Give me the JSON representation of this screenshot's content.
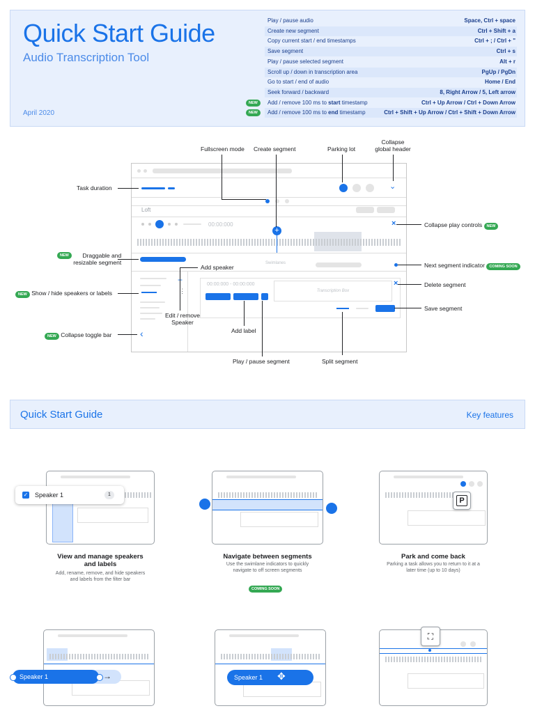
{
  "header": {
    "title": "Quick Start Guide",
    "subtitle": "Audio Transcription Tool",
    "date": "April 2020",
    "new_badge": "NEW",
    "shortcuts": [
      {
        "label": "Play / pause audio",
        "keys": "Space, Ctrl + space"
      },
      {
        "label": "Create new segment",
        "keys": "Ctrl + Shift + a"
      },
      {
        "label": "Copy current start / end timestamps",
        "keys": "Ctrl + ; / Ctrl + \""
      },
      {
        "label": "Save segment",
        "keys": "Ctrl + s"
      },
      {
        "label": "Play / pause selected segment",
        "keys": "Alt + r"
      },
      {
        "label": "Scroll up / down in transcription area",
        "keys": "PgUp / PgDn"
      },
      {
        "label": "Go to start / end of audio",
        "keys": "Home / End"
      },
      {
        "label": "Seek forward / backward",
        "keys": "8, Right Arrow / 5, Left arrow"
      },
      {
        "label_pre": "Add / remove 100 ms to ",
        "label_bold": "start",
        "label_post": " timestamp",
        "keys": "Ctrl + Up Arrow / Ctrl + Down Arrow",
        "new": true
      },
      {
        "label_pre": "Add / remove 100 ms to ",
        "label_bold": "end",
        "label_post": " timestamp",
        "keys": "Ctrl + Shift + Up Arrow / Ctrl + Shift + Down Arrow",
        "new": true
      }
    ]
  },
  "diagram": {
    "labels": {
      "fullscreen": "Fullscreen mode",
      "create_segment": "Create segment",
      "parking_lot": "Parking lot",
      "collapse_header": "Collapse\nglobal header",
      "task_duration": "Task duration",
      "collapse_play": "Collapse play controls",
      "draggable": "Draggable and\nresizable segment",
      "next_segment": "Next segment indicator",
      "add_speaker": "Add speaker",
      "delete_segment": "Delete segment",
      "show_hide": "Show / hide speakers or labels",
      "save_segment": "Save segment",
      "edit_remove": "Edit / remove\nSpeaker",
      "add_label": "Add label",
      "collapse_toggle": "Collapse toggle bar",
      "play_pause_segment": "Play / pause segment",
      "split_segment": "Split segment"
    },
    "coming_soon": "COMING SOON",
    "mock": {
      "loft": "Loft",
      "time": "00:00:000",
      "swimlanes": "Swimlanes",
      "seg_time": "00:00:000 - 00:00:000",
      "transcription_box": "Transcription Box"
    }
  },
  "section2": {
    "title": "Quick Start Guide",
    "right": "Key features",
    "features": [
      {
        "title": "View and manage speakers\nand labels",
        "desc": "Add, rename, remove, and hide speakers\nand labels from the filter bar",
        "chip": "Speaker 1",
        "count": "1"
      },
      {
        "title": "Navigate between segments",
        "desc": "Use the swimlane indicators to quickly\nnavigate to off screen segments",
        "badge": "COMING SOON"
      },
      {
        "title": "Park and come back",
        "desc": "Parking a task allows you to return to it at a\nlater time (up to 10 days)",
        "icon_letter": "P"
      }
    ],
    "row2_chips": [
      "Speaker 1",
      "Speaker 1"
    ]
  },
  "colors": {
    "accent": "#1a73e8",
    "green": "#34a853",
    "panel": "#e8f0fd"
  }
}
